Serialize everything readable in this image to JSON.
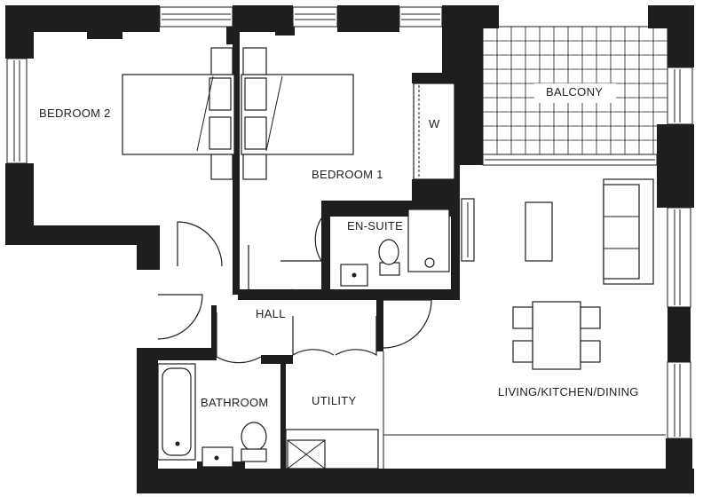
{
  "floorplan": {
    "rooms": [
      {
        "id": "bedroom-2",
        "label": "BEDROOM 2"
      },
      {
        "id": "bedroom-1",
        "label": "BEDROOM 1"
      },
      {
        "id": "wardrobe",
        "label": "W"
      },
      {
        "id": "balcony",
        "label": "BALCONY"
      },
      {
        "id": "en-suite",
        "label": "EN-SUITE"
      },
      {
        "id": "hall",
        "label": "HALL"
      },
      {
        "id": "bathroom",
        "label": "BATHROOM"
      },
      {
        "id": "utility",
        "label": "UTILITY"
      },
      {
        "id": "living",
        "label": "LIVING/KITCHEN/DINING"
      }
    ]
  }
}
